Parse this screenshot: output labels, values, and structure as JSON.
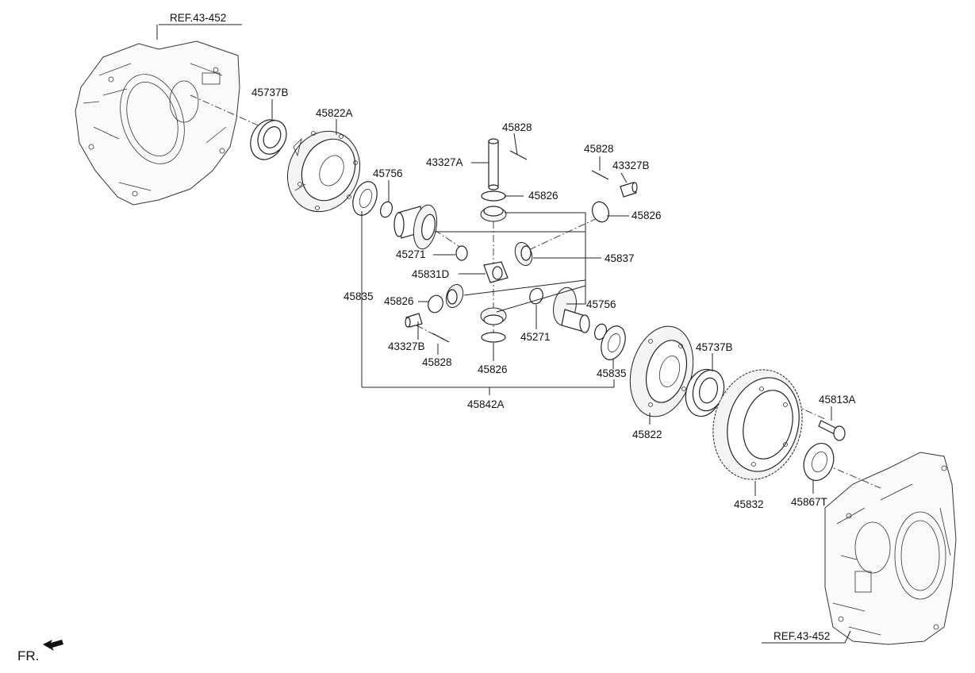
{
  "references": {
    "ref_top": "REF.43-452",
    "ref_bottom": "REF.43-452"
  },
  "direction": {
    "label": "FR."
  },
  "parts": {
    "p_45737B_top": "45737B",
    "p_45822A": "45822A",
    "p_45828_a": "45828",
    "p_43327A": "43327A",
    "p_45828_b": "45828",
    "p_43327B_top": "43327B",
    "p_45756_top": "45756",
    "p_45826_a": "45826",
    "p_45826_b": "45826",
    "p_45271_top": "45271",
    "p_45837": "45837",
    "p_45831D": "45831D",
    "p_45835_left": "45835",
    "p_45826_c": "45826",
    "p_45756_bottom": "45756",
    "p_43327B_bottom": "43327B",
    "p_45271_bottom": "45271",
    "p_45828_c": "45828",
    "p_45826_d": "45826",
    "p_45835_right": "45835",
    "p_45737B_bottom": "45737B",
    "p_45842A": "45842A",
    "p_45813A": "45813A",
    "p_45822": "45822",
    "p_45832": "45832",
    "p_45867T": "45867T"
  }
}
